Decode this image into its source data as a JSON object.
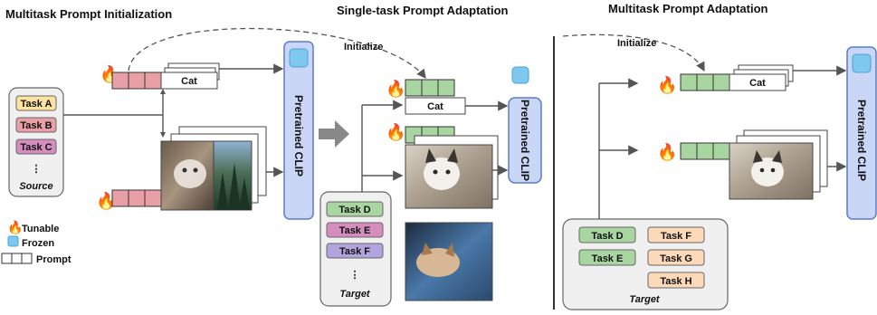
{
  "titles": {
    "multitask_init": "Multitask Prompt Initialization",
    "single_adapt": "Single-task Prompt Adaptation",
    "multitask_adapt": "Multitask Prompt Adaptation"
  },
  "initialize_label": "Initialize",
  "cat_label": "Cat",
  "clip_label": "Pretrained CLIP",
  "source": {
    "caption": "Source",
    "tasks": [
      "Task A",
      "Task B",
      "Task C"
    ],
    "ellipsis": "⋮"
  },
  "target_single": {
    "caption": "Target",
    "tasks": [
      "Task D",
      "Task E",
      "Task F"
    ],
    "ellipsis": "⋮"
  },
  "target_multi": {
    "caption": "Target",
    "tasks": [
      "Task D",
      "Task E",
      "Task F",
      "Task G",
      "Task H"
    ]
  },
  "legend": {
    "tunable": "Tunable",
    "frozen": "Frozen",
    "prompt": "Prompt"
  },
  "colors": {
    "task_a": "#fce3a0",
    "task_b": "#e8a0a6",
    "task_c": "#d48dbd",
    "task_green": "#a8d5a0",
    "task_e_single": "#d48dbd",
    "task_f_single": "#b3a4dd",
    "task_peach": "#fcd9b8",
    "clip_fill": "#c9d6f5",
    "clip_stroke": "#5b7cc8",
    "source_prompt": "#e8a0a6",
    "adapted_prompt": "#a8d5a0"
  }
}
